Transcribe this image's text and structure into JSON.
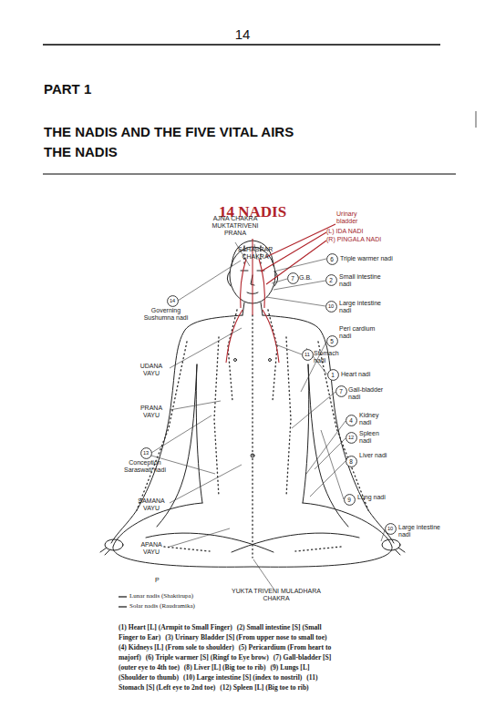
{
  "diagram": {
    "title": "14 NADIS",
    "nodes": [
      {
        "text": [
          "6"
        ]
      },
      {
        "text": [
          "7"
        ]
      },
      {
        "text": [
          "2"
        ]
      },
      {
        "text": [
          "14"
        ]
      },
      {
        "text": [
          "10"
        ]
      },
      {
        "text": [
          "5"
        ]
      },
      {
        "text": [
          "11"
        ]
      },
      {
        "text": [
          "1"
        ]
      },
      {
        "text": [
          "7"
        ]
      },
      {
        "text": [
          "4"
        ]
      },
      {
        "text": [
          "12"
        ]
      },
      {
        "text": [
          "13"
        ]
      },
      {
        "text": [
          "8"
        ]
      },
      {
        "text": [
          "9"
        ]
      },
      {
        "text": [
          "10"
        ]
      }
    ],
    "labels": [
      "14",
      "PART 1",
      "THE NADIS AND THE FIVE VITAL AIRS",
      "THE NADIS",
      "AJNA CHAKRA MUKTATRIVENI PRANA",
      "SAHASRAR CHAKRA",
      "Urinary bladder",
      "(L) IDA NADI",
      "(R) PINGALA NADI",
      "Triple warmer nadi",
      "G.B.",
      "Small intestine nadi",
      "Governing Sushumna nadi",
      "Large intestine nadi",
      "Peri cardium nadi",
      "Stomach nadi",
      "UDANA VAYU",
      "Heart nadi",
      "Gall-bladder nadi",
      "PRANA VAYU",
      "Kidney nadi",
      "Spleen nadi",
      "Liver nadi",
      "Conception Saraswati nadi",
      "Lung nadi",
      "SAMANA VAYU",
      "Large intestine nadi",
      "APANA VAYU",
      "P",
      "YUKTA TRIVENI MULADHARA CHAKRA",
      "(1) Heart [L] (Armpit to Small Finger)",
      "(2) Small intestine [S] (Small Finger to Ear)",
      "(3) Urinary Bladder [S] (From upper nose to small toe)",
      "(4) Kidneys [L] (From sole to shoulder)",
      "(5) Pericardium (From heart to majorf)",
      "(6) Triple warmer [S] (Ringf to Eye brow)",
      "(7) Gall-bladder [S] (outer eye to 4th toe)",
      "(8) Liver [L] (Big toe to rib)",
      "(9) Lungs [L] (Shoulder to thumb)",
      "(10) Large intestine [S] (index to nostril)",
      "(11) Stomach [S] (Left eye to 2nd toe)",
      "(12) Spleen [L] (Big toe to rib)"
    ],
    "legend": [
      {
        "text": "Lunar nadis (Shaktirupa)"
      },
      {
        "text": "Solar nadis (Raudramika)"
      }
    ]
  }
}
